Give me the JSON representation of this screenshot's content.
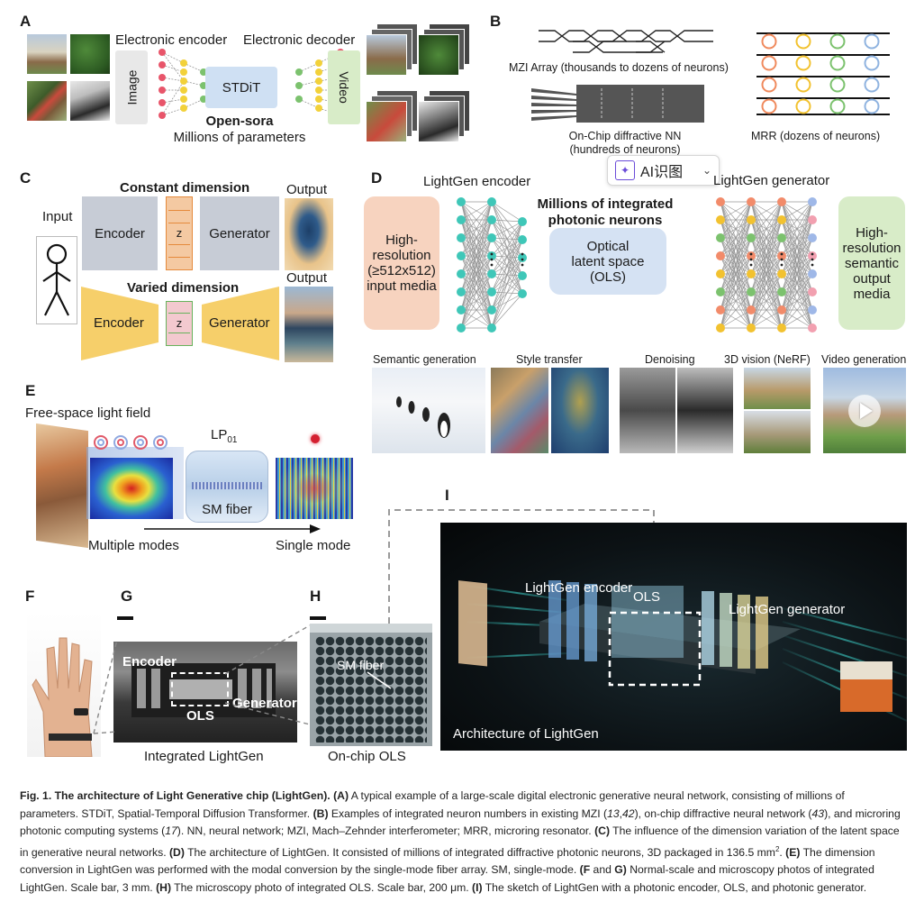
{
  "panelA": {
    "label": "A",
    "encoder_title": "Electronic encoder",
    "decoder_title": "Electronic decoder",
    "image_label": "Image",
    "stdit_label": "STDiT",
    "video_label": "Video",
    "model_name": "Open-sora",
    "model_params": "Millions of parameters"
  },
  "panelB": {
    "label": "B",
    "mzi_caption": "MZI Array (thousands to dozens of neurons)",
    "onchip_caption_1": "On-Chip diffractive NN",
    "onchip_caption_2": "(hundreds of neurons)",
    "mrr_caption": "MRR (dozens of neurons)",
    "ring_colors": [
      "#f08a5d",
      "#f2c230",
      "#7cc26e",
      "#8fb3e0"
    ]
  },
  "panelC": {
    "label": "C",
    "input": "Input",
    "constant_title": "Constant dimension",
    "varied_title": "Varied dimension",
    "output_1": "Output",
    "output_2": "Output",
    "encoder_1": "Encoder",
    "generator_1": "Generator",
    "encoder_2": "Encoder",
    "generator_2": "Generator",
    "z_1": "z",
    "z_2": "z"
  },
  "panelD": {
    "label": "D",
    "encoder_title": "LightGen encoder",
    "generator_title": "LightGen generator",
    "millions_1": "Millions of integrated",
    "millions_2": "photonic neurons",
    "input_box": [
      "High-",
      "resolution",
      "(≥512x512)",
      "input media"
    ],
    "ols_box": [
      "Optical",
      "latent space",
      "(OLS)"
    ],
    "output_box": [
      "High-",
      "resolution",
      "semantic",
      "output",
      "media"
    ],
    "tasks": [
      "Semantic generation",
      "Style transfer",
      "Denoising",
      "3D vision (NeRF)",
      "Video generation"
    ]
  },
  "panelE": {
    "label": "E",
    "free_space": "Free-space light field",
    "lp_main": "LP",
    "lp_sub": "01",
    "fiber": "SM fiber",
    "multiple": "Multiple modes",
    "single": "Single mode"
  },
  "panelF": {
    "label": "F"
  },
  "panelG": {
    "label": "G",
    "encoder": "Encoder",
    "generator": "Generator",
    "ols": "OLS",
    "caption": "Integrated LightGen"
  },
  "panelH": {
    "label": "H",
    "fiber": "SM fiber",
    "caption": "On-chip OLS"
  },
  "panelI": {
    "label": "I",
    "encoder": "LightGen encoder",
    "ols": "OLS",
    "generator": "LightGen generator",
    "title": "Architecture of LightGen"
  },
  "overlay": {
    "ai_button": "AI识图"
  },
  "caption": {
    "fig": "Fig. 1.",
    "title": "The architecture of Light Generative chip (LightGen).",
    "A_label": "(A)",
    "A_text": "A typical example of a large-scale digital electronic generative neural network, consisting of millions of parameters. STDiT, Spatial-Temporal Diffusion Transformer.",
    "B_label": "(B)",
    "B_text_1": "Examples of integrated neuron numbers in existing MZI (",
    "B_ref_1": "13",
    "B_text_2": ",",
    "B_ref_2": "42",
    "B_text_3": "), on-chip diffractive neural network (",
    "B_ref_3": "43",
    "B_text_4": "), and microring photonic computing systems (",
    "B_ref_4": "17",
    "B_text_5": "). NN, neural network; MZI, Mach–Zehnder interferometer; MRR, microring resonator.",
    "C_label": "(C)",
    "C_text": "The influence of the dimension variation of the latent space in generative neural networks.",
    "D_label": "(D)",
    "D_text": "The architecture of LightGen. It consisted of millions of integrated diffractive photonic neurons, 3D packaged in 136.5 mm",
    "D_sup": "2",
    "D_end": ".",
    "E_label": "(E)",
    "E_text": "The dimension conversion in LightGen was performed with the modal conversion by the single-mode fiber array. SM, single-mode.",
    "FG_label_1": "(F",
    "FG_and": "and",
    "FG_label_2": "G)",
    "FG_text": "Normal-scale and microscopy photos of integrated LightGen. Scale bar, 3 mm.",
    "H_label": "(H)",
    "H_text": "The microscopy photo of integrated OLS. Scale bar, 200 μm.",
    "I_label": "(I)",
    "I_text": "The sketch of LightGen with a photonic encoder, OLS, and photonic generator."
  }
}
